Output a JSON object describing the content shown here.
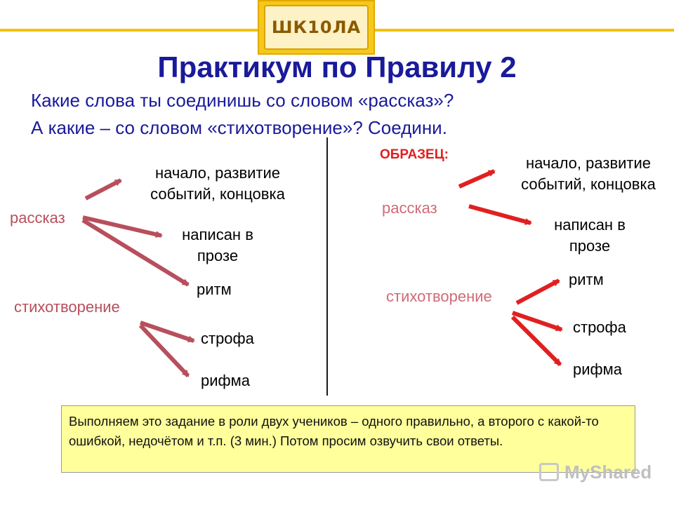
{
  "logo": {
    "text": "ШК10ЛА"
  },
  "title": "Практикум по Правилу 2",
  "subtitle": {
    "line1": "Какие слова ты соединишь со словом «рассказ»?",
    "line2": "А какие – со словом «стихотворение»? Соедини."
  },
  "left": {
    "word1": "рассказ",
    "word2": "стихотворение",
    "t1a": "начало, развитие",
    "t1b": "событий, концовка",
    "t2a": "написан в",
    "t2b": "прозе",
    "t3": "ритм",
    "t4": "строфа",
    "t5": "рифма"
  },
  "right": {
    "label": "ОБРАЗЕЦ:",
    "word1": "рассказ",
    "word2": "стихотворение",
    "t1a": "начало, развитие",
    "t1b": "событий, концовка",
    "t2a": "написан в",
    "t2b": "прозе",
    "t3": "ритм",
    "t4": "строфа",
    "t5": "рифма"
  },
  "note": "Выполняем это задание в роли двух учеников – одного правильно, а второго с какой-то ошибкой, недочётом и т.п. (3 мин.) Потом просим озвучить свои ответы.",
  "watermark": "MyShared",
  "colors": {
    "title": "#1a1a9a",
    "arrow_left": "#b74f5c",
    "arrow_right": "#e02020",
    "note_bg": "#ffff9c"
  }
}
